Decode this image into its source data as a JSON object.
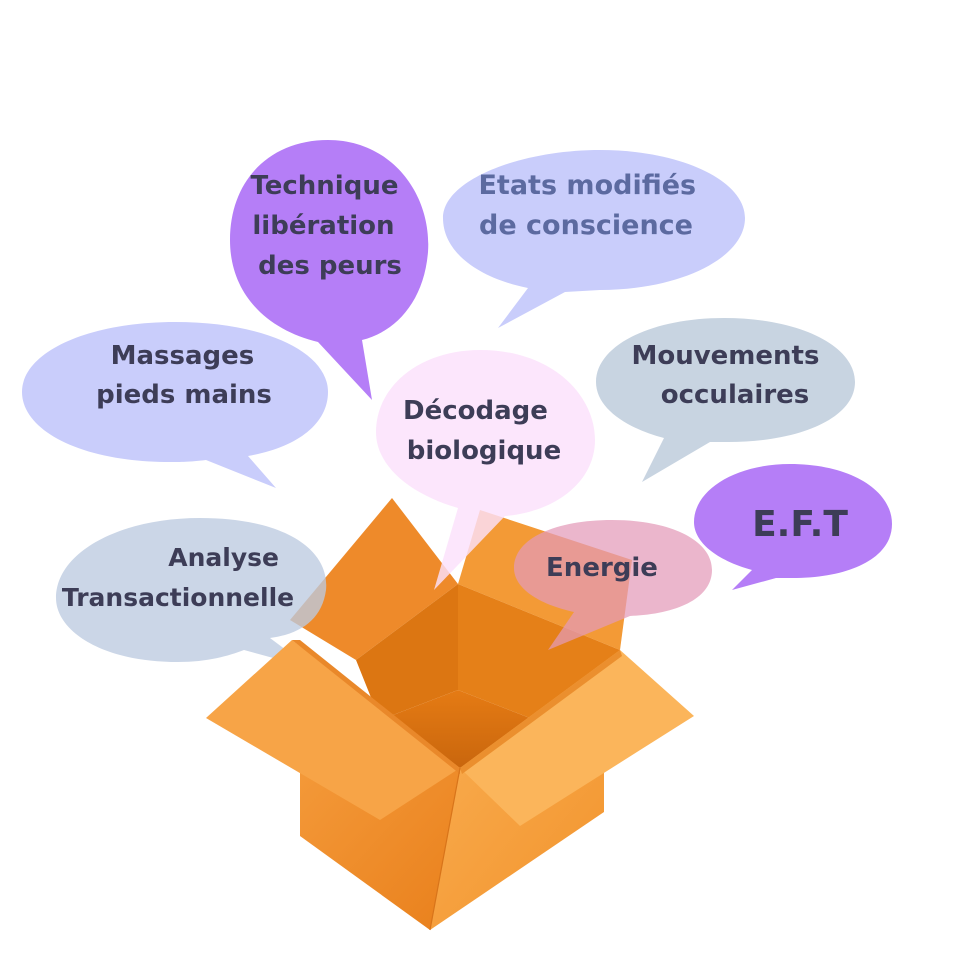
{
  "colors": {
    "box_left_face": "#f08c25",
    "box_right_face": "#f7a33f",
    "box_inside_back": "#e67b16",
    "box_inside_floor": "#c8640b",
    "box_flap_light": "#fbae52",
    "box_flap_dark": "#ec8a2a",
    "text": "#3d3d57",
    "lavender": "#c9cdfb",
    "purple": "#b57ef7",
    "bluegray": "#c8d4e1",
    "pink": "#fbe1fb",
    "rose": "#e39ab8"
  },
  "bubbles": {
    "technique": {
      "lines": [
        "Technique",
        "libération",
        "des peurs"
      ],
      "color": "#b57ef7"
    },
    "etats": {
      "lines": [
        "Etats modifiés",
        "de conscience"
      ],
      "color": "#c9cdfb",
      "text_color": "#5c6aa0"
    },
    "massages": {
      "lines": [
        "Massages",
        "pieds mains"
      ],
      "color": "#c9cdfb"
    },
    "mouvements": {
      "lines": [
        "Mouvements",
        "occulaires"
      ],
      "color": "#c8d4e1"
    },
    "decodage": {
      "lines": [
        "Décodage",
        "biologique"
      ],
      "color": "#fbe1fb"
    },
    "eft": {
      "lines": [
        "E.F.T"
      ],
      "color": "#b57ef7"
    },
    "analyse": {
      "lines": [
        "Analyse",
        "Transactionnelle"
      ],
      "color": "#bccbe0"
    },
    "energie": {
      "lines": [
        "Energie"
      ],
      "color": "#e39ab8"
    }
  }
}
